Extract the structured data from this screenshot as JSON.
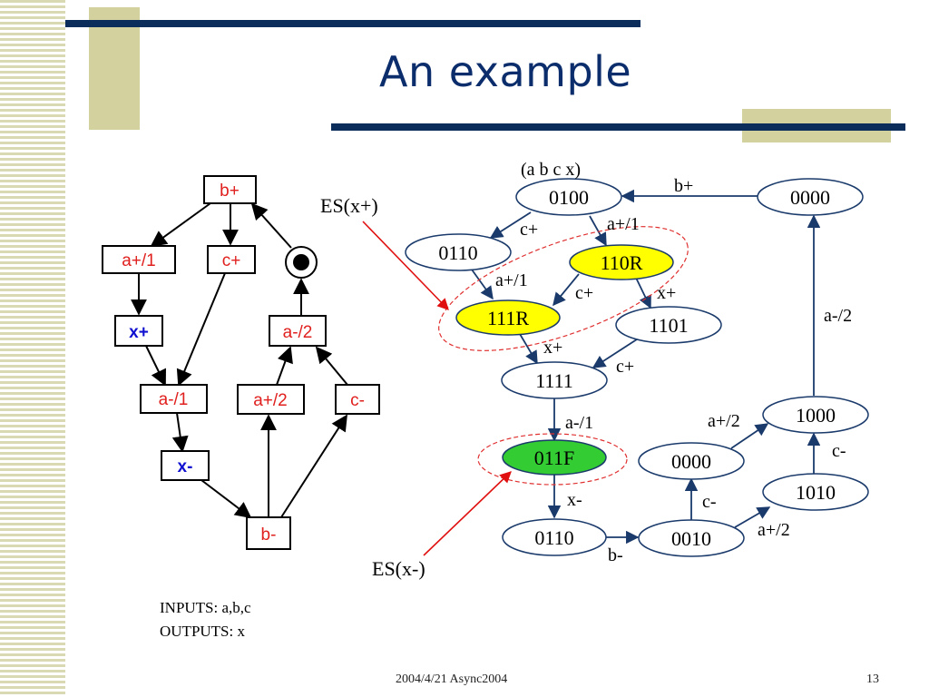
{
  "slide": {
    "title": "An example",
    "footer_left": "2004/4/21 Async2004",
    "page_number": "13"
  },
  "stg": {
    "transitions": [
      {
        "id": "bp",
        "label": "b+",
        "color": "#e0201e"
      },
      {
        "id": "ap1",
        "label": "a+/1",
        "color": "#e0201e"
      },
      {
        "id": "cp",
        "label": "c+",
        "color": "#e0201e"
      },
      {
        "id": "xp",
        "label": "x+",
        "color": "#1010d0"
      },
      {
        "id": "am1",
        "label": "a-/1",
        "color": "#e0201e"
      },
      {
        "id": "am2",
        "label": "a-/2",
        "color": "#e0201e"
      },
      {
        "id": "ap2",
        "label": "a+/2",
        "color": "#e0201e"
      },
      {
        "id": "cm",
        "label": "c-",
        "color": "#e0201e"
      },
      {
        "id": "xm",
        "label": "x-",
        "color": "#1010d0"
      },
      {
        "id": "bm",
        "label": "b-",
        "color": "#e0201e"
      }
    ],
    "inputs_line": "INPUTS:  a,b,c",
    "outputs_line": "OUTPUTS:  x"
  },
  "state_graph": {
    "header": "(a b c x)",
    "states": [
      {
        "id": "s0100",
        "label": "0100",
        "fill": "#ffffff"
      },
      {
        "id": "s0000top",
        "label": "0000",
        "fill": "#ffffff"
      },
      {
        "id": "s0110top",
        "label": "0110",
        "fill": "#ffffff"
      },
      {
        "id": "s110R",
        "label": "110R",
        "fill": "#ffff00"
      },
      {
        "id": "s111R",
        "label": "111R",
        "fill": "#ffff00"
      },
      {
        "id": "s1101",
        "label": "1101",
        "fill": "#ffffff"
      },
      {
        "id": "s1111",
        "label": "1111",
        "fill": "#ffffff"
      },
      {
        "id": "s011F",
        "label": "011F",
        "fill": "#33cc33"
      },
      {
        "id": "s1000",
        "label": "1000",
        "fill": "#ffffff"
      },
      {
        "id": "s0000mid",
        "label": "0000",
        "fill": "#ffffff"
      },
      {
        "id": "s1010",
        "label": "1010",
        "fill": "#ffffff"
      },
      {
        "id": "s0110bot",
        "label": "0110",
        "fill": "#ffffff"
      },
      {
        "id": "s0010",
        "label": "0010",
        "fill": "#ffffff"
      }
    ],
    "edge_labels": {
      "b_plus": "b+",
      "c_plus_1": "c+",
      "a_plus_1_top": "a+/1",
      "a_plus_1_left": "a+/1",
      "c_plus_2": "c+",
      "x_plus_right": "x+",
      "x_plus_mid": "x+",
      "c_plus_3": "c+",
      "a_minus_2": "a-/2",
      "a_minus_1": "a-/1",
      "a_plus_2_top": "a+/2",
      "c_minus_right": "c-",
      "x_minus": "x-",
      "c_minus_mid": "c-",
      "a_plus_2_bot": "a+/2",
      "b_minus": "b-"
    },
    "annotations": {
      "es_x_plus": "ES(x+)",
      "es_x_minus": "ES(x-)"
    },
    "colors": {
      "edge": "#1a3a6b",
      "annotation_arrow": "#e01010",
      "region": "#e03030"
    }
  }
}
